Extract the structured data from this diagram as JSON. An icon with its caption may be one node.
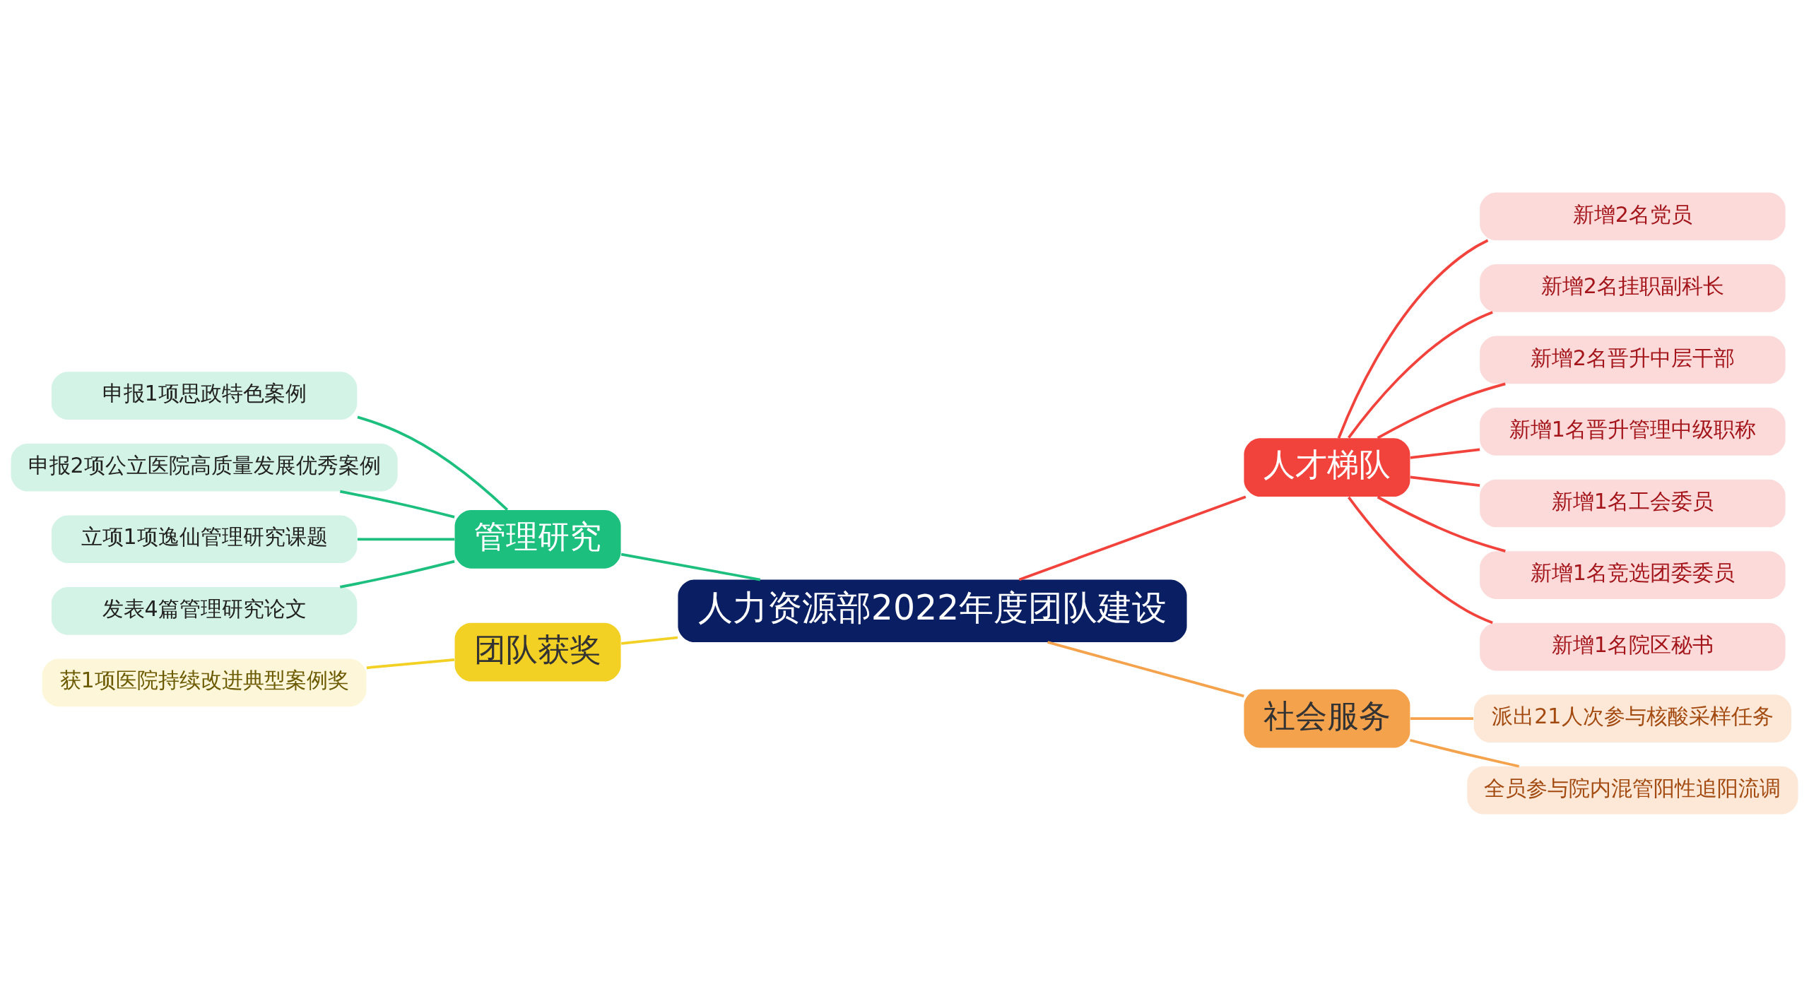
{
  "diagram": {
    "nodes": [
      {
        "text": [
          "人力资源部2022年度团队建设"
        ]
      },
      {
        "text": [
          "管理研究"
        ]
      },
      {
        "text": [
          "申报1项思政特色案例"
        ]
      },
      {
        "text": [
          "申报2项公立医院高质量发展优秀案例"
        ]
      },
      {
        "text": [
          "立项1项逸仙管理研究课题"
        ]
      },
      {
        "text": [
          "发表4篇管理研究论文"
        ]
      },
      {
        "text": [
          "团队获奖"
        ]
      },
      {
        "text": [
          "获1项医院持续改进典型案例奖"
        ]
      },
      {
        "text": [
          "人才梯队"
        ]
      },
      {
        "text": [
          "新增2名党员"
        ]
      },
      {
        "text": [
          "新增2名挂职副科长"
        ]
      },
      {
        "text": [
          "新增2名晋升中层干部"
        ]
      },
      {
        "text": [
          "新增1名晋升管理中级职称"
        ]
      },
      {
        "text": [
          "新增1名工会委员"
        ]
      },
      {
        "text": [
          "新增1名竞选团委委员"
        ]
      },
      {
        "text": [
          "新增1名院区秘书"
        ]
      },
      {
        "text": [
          "社会服务"
        ]
      },
      {
        "text": [
          "派出21人次参与核酸采样任务"
        ]
      },
      {
        "text": [
          "全员参与院内混管阳性追阳流调"
        ]
      }
    ],
    "edges": [
      {
        "from": 0,
        "to": 1,
        "arrow": "none",
        "color": "#1dbf7e"
      },
      {
        "from": 1,
        "to": 2,
        "arrow": "none",
        "color": "#1dbf7e"
      },
      {
        "from": 1,
        "to": 3,
        "arrow": "none",
        "color": "#1dbf7e"
      },
      {
        "from": 1,
        "to": 4,
        "arrow": "none",
        "color": "#1dbf7e"
      },
      {
        "from": 1,
        "to": 5,
        "arrow": "none",
        "color": "#1dbf7e"
      },
      {
        "from": 0,
        "to": 6,
        "arrow": "none",
        "color": "#f2d024"
      },
      {
        "from": 6,
        "to": 7,
        "arrow": "none",
        "color": "#f2d024"
      },
      {
        "from": 0,
        "to": 8,
        "arrow": "none"
      },
      {
        "from": 8,
        "to": 9,
        "arrow": "none"
      },
      {
        "from": 8,
        "to": 10,
        "arrow": "none"
      },
      {
        "from": 8,
        "to": 11,
        "arrow": "none"
      },
      {
        "from": 8,
        "to": 12,
        "arrow": "none"
      },
      {
        "from": 8,
        "to": 13,
        "arrow": "none"
      },
      {
        "from": 8,
        "to": 14,
        "arrow": "none"
      },
      {
        "from": 8,
        "to": 15,
        "arrow": "none"
      },
      {
        "from": 0,
        "to": 16,
        "arrow": "none",
        "color": "#f4a24c"
      },
      {
        "from": 16,
        "to": 17,
        "arrow": "none",
        "color": "#f4a24c"
      },
      {
        "from": 16,
        "to": 18,
        "arrow": "none",
        "color": "#f4a24c"
      }
    ]
  }
}
